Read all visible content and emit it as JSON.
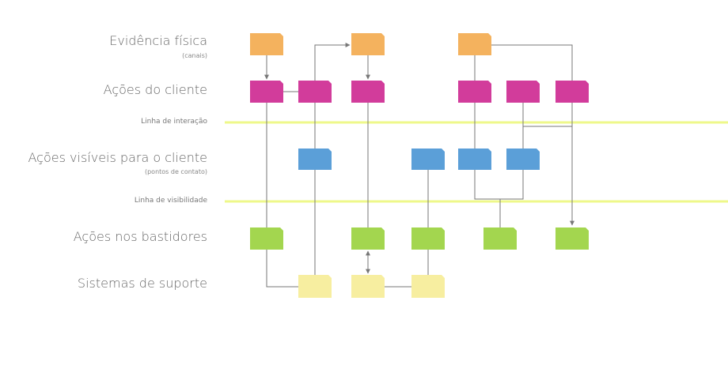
{
  "rows": {
    "physical_evidence": {
      "label": "Evidência física",
      "sub": "(canais)"
    },
    "customer_actions": {
      "label": "Ações do cliente"
    },
    "visible_actions": {
      "label": "Ações visíveis para o cliente",
      "sub": "(pontos de contato)"
    },
    "backstage_actions": {
      "label": "Ações nos bastidores"
    },
    "support_systems": {
      "label": "Sistemas de suporte"
    }
  },
  "lines": {
    "interaction": {
      "label": "Linha de interação",
      "color": "#eef88a"
    },
    "visibility": {
      "label": "Linha de visibilidade",
      "color": "#eef88a"
    }
  },
  "colors": {
    "physical_evidence": "#f4b25e",
    "customer_actions": "#d23c9b",
    "visible_actions": "#5b9fd8",
    "backstage_actions": "#a3d64f",
    "support_systems": "#f7eea0",
    "connector": "#777777"
  }
}
